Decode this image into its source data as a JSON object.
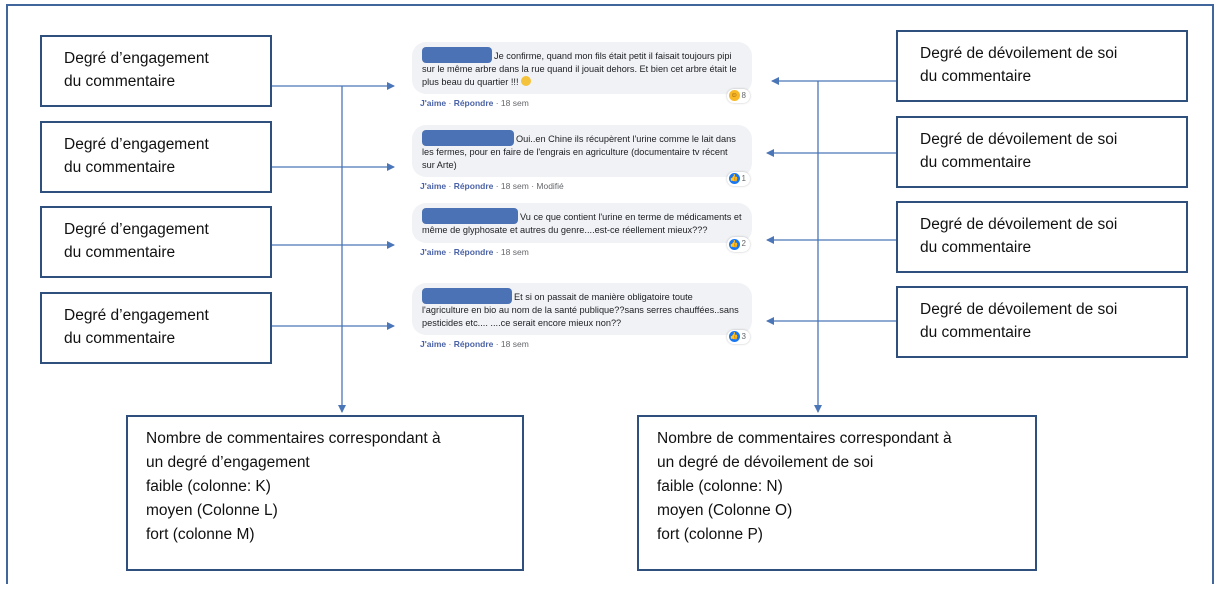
{
  "left_labels": [
    {
      "line1": "Degré d’engagement",
      "line2": "du commentaire"
    },
    {
      "line1": "Degré d’engagement",
      "line2": "du commentaire"
    },
    {
      "line1": "Degré d’engagement",
      "line2": "du commentaire"
    },
    {
      "line1": "Degré d’engagement",
      "line2": "du commentaire"
    }
  ],
  "right_labels": [
    {
      "line1": "Degré de dévoilement de soi",
      "line2": "du commentaire"
    },
    {
      "line1": "Degré de dévoilement de soi",
      "line2": "du commentaire"
    },
    {
      "line1": "Degré de dévoilement de soi",
      "line2": "du commentaire"
    },
    {
      "line1": "Degré de dévoilement de soi",
      "line2": "du commentaire"
    }
  ],
  "comments": [
    {
      "text_first": "Je confirme, quand mon fils était petit il faisait toujours",
      "text_rest": "pipi sur le même arbre dans la rue quand il jouait dehors. Et bien cet arbre était le plus beau du quartier !!!",
      "actions": {
        "like": "J'aime",
        "reply": "Répondre",
        "time": "· 18 sem",
        "extra": ""
      },
      "reaction_type": "haha",
      "reaction_count": "8"
    },
    {
      "text_first": "Oui..en Chine ils récupèrent l'urine comme le",
      "text_rest": "lait dans les fermes, pour en faire de l'engrais en agriculture (documentaire tv récent sur Arte)",
      "actions": {
        "like": "J'aime",
        "reply": "Répondre",
        "time": "· 18 sem",
        "extra": "· Modifié"
      },
      "reaction_type": "like",
      "reaction_count": "1"
    },
    {
      "text_first": "Vu ce que contient l'urine en terme de",
      "text_rest": "médicaments et même de glyphosate et autres du genre....est-ce réellement mieux???",
      "actions": {
        "like": "J'aime",
        "reply": "Répondre",
        "time": "· 18 sem",
        "extra": ""
      },
      "reaction_type": "like",
      "reaction_count": "2"
    },
    {
      "text_first": "Et si on passait de manière obligatoire toute",
      "text_rest": "l'agriculture en bio au nom de la santé publique??sans serres chauffées..sans pesticides etc.... ....ce serait encore mieux non??",
      "actions": {
        "like": "J'aime",
        "reply": "Répondre",
        "time": "· 18 sem",
        "extra": ""
      },
      "reaction_type": "like",
      "reaction_count": "3"
    }
  ],
  "summary_left": {
    "line1": "Nombre de commentaires correspondant à",
    "line2": "un degré d’engagement",
    "line3": "faible (colonne: K)",
    "line4": "moyen (Colonne L)",
    "line5": "fort (colonne M)"
  },
  "summary_right": {
    "line1": "Nombre de commentaires correspondant à",
    "line2": "un degré de dévoilement de soi",
    "line3": "faible (colonne: N)",
    "line4": "moyen (Colonne O)",
    "line5": "fort (colonne P)"
  },
  "colors": {
    "box_border": "#2f4f7d",
    "arrow": "#4a76b8",
    "frame": "#41669c",
    "redaction": "#4a72b4"
  }
}
